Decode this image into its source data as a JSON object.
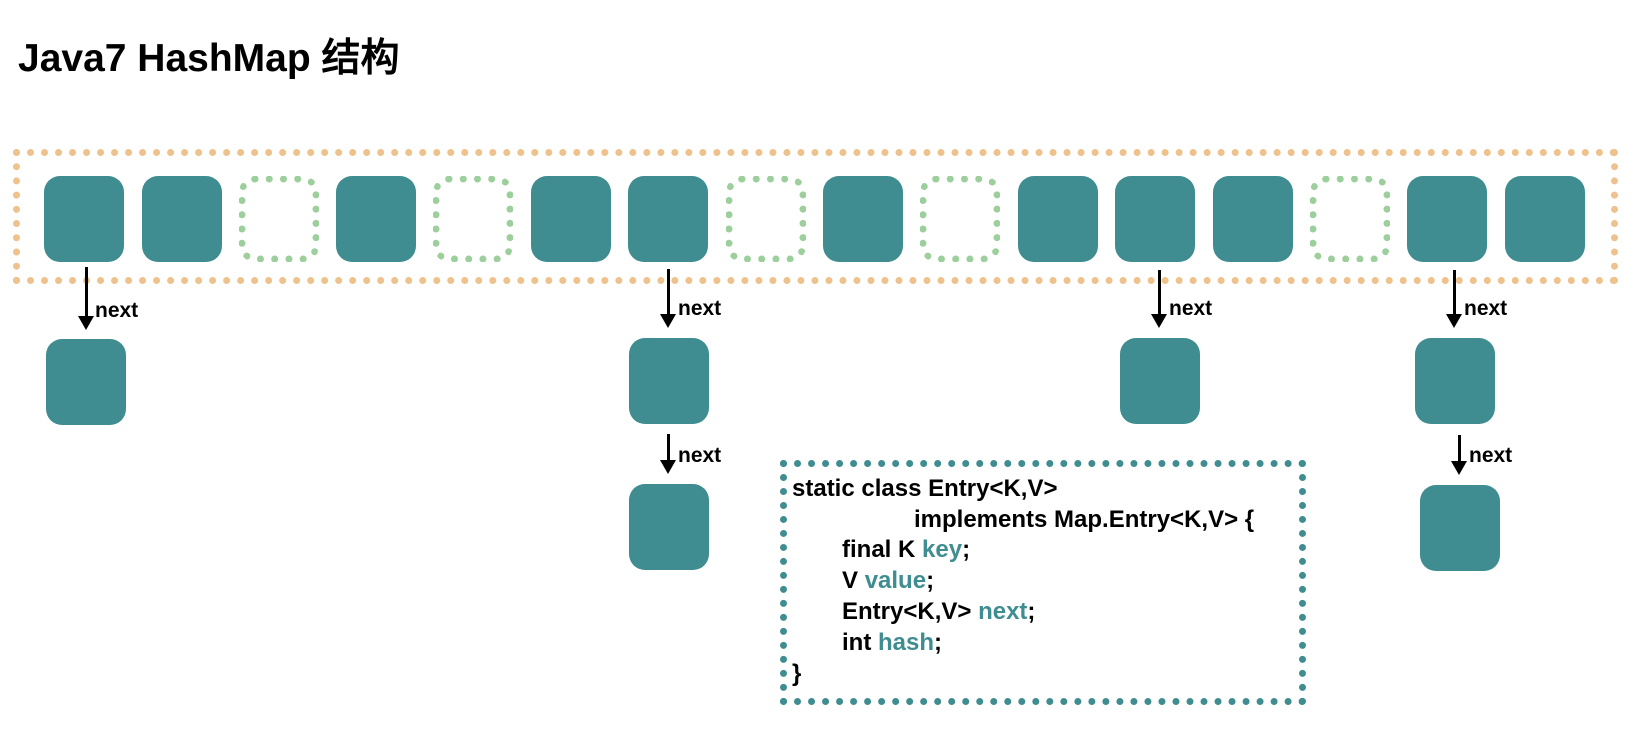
{
  "title": "Java7 HashMap 结构",
  "colors": {
    "node_fill": "#3f8d90",
    "empty_bucket_border": "#9ccf9c",
    "array_border": "#eec28c",
    "code_box_border": "#3f8d90",
    "code_accent": "#3f8d90",
    "arrow": "#000000"
  },
  "array": {
    "buckets": [
      {
        "state": "filled"
      },
      {
        "state": "filled"
      },
      {
        "state": "empty"
      },
      {
        "state": "filled"
      },
      {
        "state": "empty"
      },
      {
        "state": "filled"
      },
      {
        "state": "filled"
      },
      {
        "state": "empty"
      },
      {
        "state": "filled"
      },
      {
        "state": "empty"
      },
      {
        "state": "filled"
      },
      {
        "state": "filled"
      },
      {
        "state": "filled"
      },
      {
        "state": "empty"
      },
      {
        "state": "filled"
      },
      {
        "state": "filled"
      }
    ]
  },
  "chains": [
    {
      "bucket_index": 0,
      "length": 1
    },
    {
      "bucket_index": 6,
      "length": 2
    },
    {
      "bucket_index": 11,
      "length": 1
    },
    {
      "bucket_index": 14,
      "length": 2
    }
  ],
  "links": {
    "next_label": "next"
  },
  "code": {
    "line1": "static class Entry<K,V>",
    "line2": "implements Map.Entry<K,V> {",
    "line3_prefix": "final K ",
    "line3_field": "key",
    "line3_suffix": ";",
    "line4_prefix": "V ",
    "line4_field": "value",
    "line4_suffix": ";",
    "line5_prefix": "Entry<K,V> ",
    "line5_field": "next",
    "line5_suffix": ";",
    "line6_prefix": "int ",
    "line6_field": "hash",
    "line6_suffix": ";",
    "line7": "}"
  }
}
